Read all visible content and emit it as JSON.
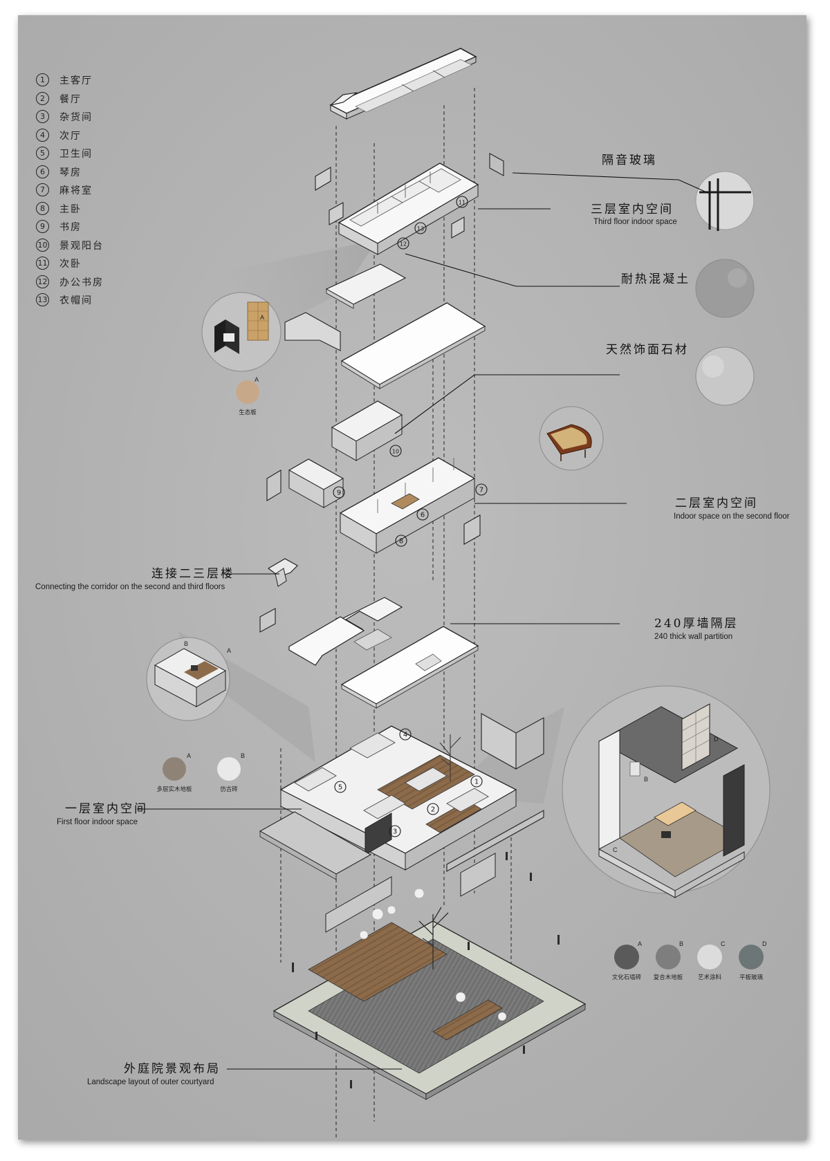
{
  "legend": [
    {
      "num": "1",
      "text": "主客厅"
    },
    {
      "num": "2",
      "text": "餐厅"
    },
    {
      "num": "3",
      "text": "杂货间"
    },
    {
      "num": "4",
      "text": "次厅"
    },
    {
      "num": "5",
      "text": "卫生间"
    },
    {
      "num": "6",
      "text": "琴房"
    },
    {
      "num": "7",
      "text": "麻将室"
    },
    {
      "num": "8",
      "text": "主卧"
    },
    {
      "num": "9",
      "text": "书房"
    },
    {
      "num": "10",
      "text": "景观阳台"
    },
    {
      "num": "11",
      "text": "次卧"
    },
    {
      "num": "12",
      "text": "办公书房"
    },
    {
      "num": "13",
      "text": "衣帽间"
    }
  ],
  "annotations": {
    "glass": {
      "zh": "隔音玻璃"
    },
    "third_floor": {
      "zh": "三层室内空间",
      "en": "Third floor indoor space"
    },
    "concrete": {
      "zh": "耐热混凝土"
    },
    "stone": {
      "zh": "天然饰面石材"
    },
    "second_floor": {
      "zh": "二层室内空间",
      "en": "Indoor space on the second floor"
    },
    "corridor": {
      "zh": "连接二三层楼",
      "en": "Connecting the corridor on the second and third floors"
    },
    "wall": {
      "zh": "240厚墙隔层",
      "en": "240 thick wall partition"
    },
    "first_floor": {
      "zh": "一层室内空间",
      "en": "First floor indoor space"
    },
    "courtyard": {
      "zh": "外庭院景观布局",
      "en": "Landscape layout of outer courtyard"
    }
  },
  "room_markers": [
    "11",
    "12",
    "13",
    "10",
    "9",
    "6",
    "7",
    "8",
    "4",
    "5",
    "1",
    "2",
    "3"
  ],
  "material_swatches": {
    "ecoboard": {
      "letter": "A",
      "label": "生态板"
    },
    "wood_floor": {
      "letter": "A",
      "label": "多层实木地板"
    },
    "antique_brick": {
      "letter": "B",
      "label": "仿古砖"
    },
    "culture_stone": {
      "letter": "A",
      "label": "文化石墙砖"
    },
    "composite_floor": {
      "letter": "B",
      "label": "复合木地板"
    },
    "art_paint": {
      "letter": "C",
      "label": "艺术涂料"
    },
    "flat_glass": {
      "letter": "D",
      "label": "平板玻璃"
    }
  },
  "callout_letters": [
    "A",
    "B",
    "A",
    "B",
    "C",
    "D"
  ],
  "colors": {
    "poster_bg": "#b3b3b3",
    "wood": "#8a6a4a",
    "slab": "#f4f4f4",
    "ink": "#1a1a1a"
  }
}
